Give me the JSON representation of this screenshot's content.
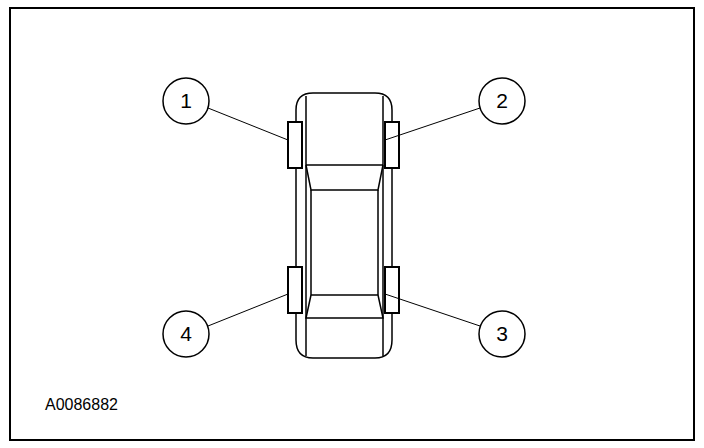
{
  "diagram": {
    "labels": [
      "1",
      "2",
      "4",
      "3",
      "A0086882"
    ]
  }
}
